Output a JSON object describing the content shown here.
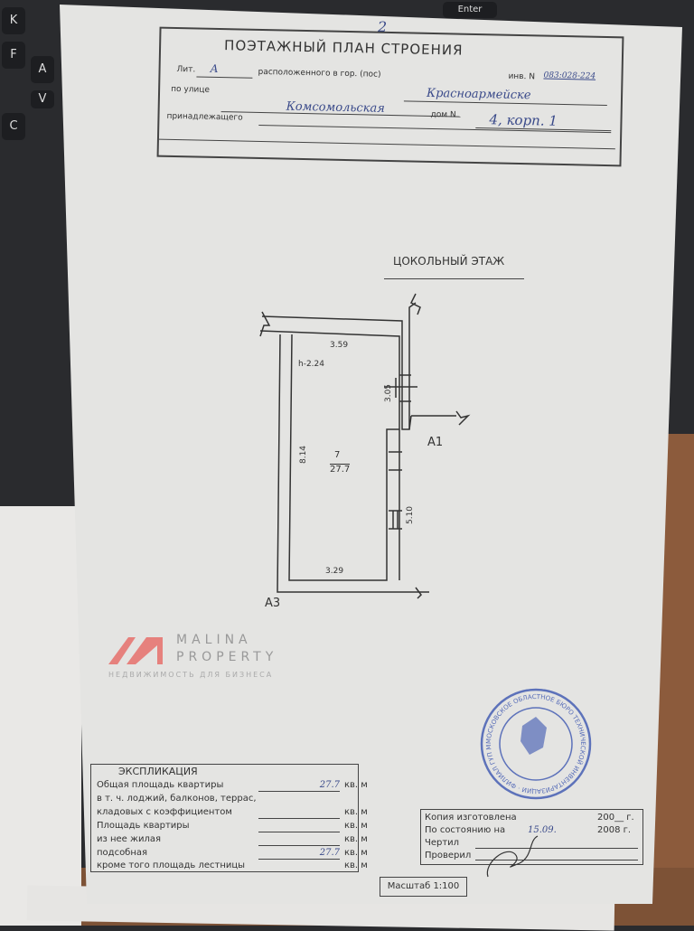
{
  "background_keys": [
    "K",
    "F",
    "A",
    "C",
    "V",
    "Enter"
  ],
  "page_number": "2",
  "header": {
    "title": "ПОЭТАЖНЫЙ ПЛАН СТРОЕНИЯ",
    "lit_label": "Лит.",
    "lit_value": "А",
    "located_label": "расположенного в гор. (пос)",
    "city_value": "Красноармейске",
    "inv_label": "инв. N",
    "inv_value": "083:028-224",
    "street_label": "по улице",
    "street_value": "Комсомольская",
    "house_label": "дом N",
    "house_value": "4, корп. 1",
    "owner_label": "принадлежащего"
  },
  "plan": {
    "floor_title": "ЦОКОЛЬНЫЙ ЭТАЖ",
    "dims": {
      "top": "3.59",
      "height": "h-2.24",
      "right_upper": "3.05",
      "left": "8.14",
      "right_lower": "5.10",
      "bottom": "3.29"
    },
    "room_number": "7",
    "room_area": "27.7",
    "axis_a1": "А1",
    "axis_a3": "А3"
  },
  "watermark": {
    "brand_line1": "MALINA",
    "brand_line2": "PROPERTY",
    "tagline": "НЕДВИЖИМОСТЬ ДЛЯ БИЗНЕСА",
    "accent": "#e8403a"
  },
  "explication": {
    "title": "ЭКСПЛИКАЦИЯ",
    "rows": [
      {
        "label": "Общая площадь квартиры",
        "value": "27.7",
        "unit": "кв. м"
      },
      {
        "label": "в т. ч. лоджий, балконов, террас,",
        "value": "",
        "unit": ""
      },
      {
        "label": "кладовых с коэффициентом",
        "value": "",
        "unit": "кв. м"
      },
      {
        "label": "Площадь квартиры",
        "value": "",
        "unit": "кв. м"
      },
      {
        "label": "из нее жилая",
        "value": "",
        "unit": "кв. м"
      },
      {
        "label": "подсобная",
        "value": "27.7",
        "unit": "кв. м"
      },
      {
        "label": "кроме того площадь лестницы",
        "value": "",
        "unit": "кв. м"
      }
    ]
  },
  "signoff": {
    "rows": [
      {
        "label": "Копия изготовлена",
        "year": "200__ г."
      },
      {
        "label": "По состоянию на",
        "date": "15.09.",
        "year": "2008 г."
      },
      {
        "label": "Чертил",
        "year": ""
      },
      {
        "label": "Проверил",
        "year": ""
      }
    ]
  },
  "scale": "Масштаб 1:100",
  "stamp": {
    "text": "МОСКОВСКОЕ ОБЛАСТНОЕ БЮРО ТЕХНИЧЕСКОЙ ИНВЕНТАРИЗАЦИИ · ФИЛИАЛ ГУП МО МОБТИ",
    "color": "#3b55b0"
  }
}
